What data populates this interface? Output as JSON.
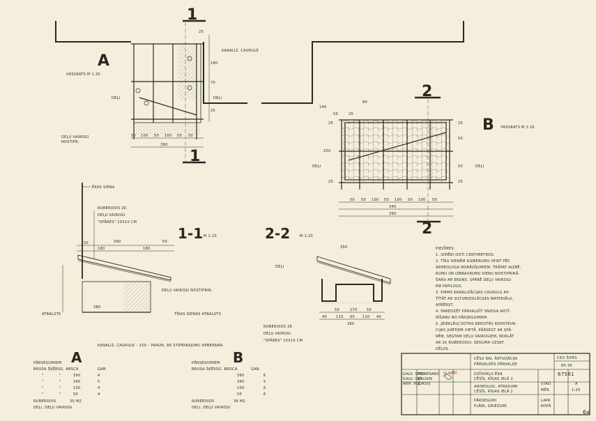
{
  "sections": {
    "s1_top": "1",
    "s1_bottom": "1",
    "s2_top": "2",
    "s2_bottom": "2"
  },
  "view_a": {
    "letter": "A",
    "caption": "VRSSKATS M 1:20",
    "label_kanal": "KANALIZ. CAURULE",
    "label_deli": "DEĻI",
    "label_deli2": "DEĻI",
    "label_deli_vairogi": "DEĻU VAIROGI",
    "label_nostipr": "NOSTIPR.",
    "dims_right": [
      "25",
      "180",
      "70",
      "25"
    ],
    "dims_bottom": [
      "50",
      "100",
      "50",
      "100",
      "50",
      "50"
    ],
    "dim_total": "390"
  },
  "view_b": {
    "letter": "B",
    "caption": "VRSSKATS M 1:20",
    "label_deli": "DEĻI",
    "dims_top": [
      "140",
      "50",
      "25",
      "80"
    ],
    "dims_left": [
      "25",
      "250",
      "25"
    ],
    "dims_right": [
      "25",
      "50",
      "50",
      "25"
    ],
    "dims_bottom": [
      "50",
      "50",
      "100",
      "50",
      "100",
      "50",
      "100",
      "50"
    ],
    "dim_mid": "340",
    "dim_total": "390"
  },
  "section_11": {
    "title": "1-1",
    "scale": "M 1:20",
    "label_ekas": "ĒKAS SIENA",
    "label_ruberoids": "RUBEROIDS 2K",
    "label_deli_vairogi": "DEĻU VAIROGI",
    "label_spares": "\"SPĀRES\" 15X10 CM",
    "label_vairogi_nostipr": "DEĻU VAIROGI NOSTIPRIN.",
    "label_atbalsts": "ATBALSTS",
    "label_tikas_sienas": "TĪKAS SIENAS ATBALSTS",
    "label_kanal": "KANALIZ. CAURULE – 150 – PARUN. AR STIPRINAJUMU APBERAMA",
    "dims_top": [
      "50",
      "390",
      "180",
      "180",
      "50"
    ],
    "dim_380": "380"
  },
  "section_22": {
    "title": "2-2",
    "scale": "M 1:20",
    "label_deli": "DEĻI",
    "dim_top": "350",
    "dims_bottom": [
      "50",
      "270",
      "50"
    ],
    "dims_bottom2": [
      "40",
      "110",
      "60",
      "110",
      "40"
    ],
    "dim_total": "360",
    "label_ruberoids": "RUBEROIDS 2K",
    "label_deli_vairogi": "DEĻU VAIROGI",
    "label_spares": "\"SPĀRES\" 15X10 CM"
  },
  "notes": {
    "heading": "PIEZĪMES:",
    "lines": [
      "1. IZMĒRI DOTI CENTIMETROS.",
      "2. TĪKU SIENĀM AIZBERUMU VEIKT PĒC",
      "ARHEOLOGA NORĀDĪJUMIEM. TRĀPAT AIZBĒ-",
      "RUMU UN IZBRAUKUMU SIENU NOSTIPRINĀ-",
      "ŠANU AR EKONS. SPĀRĒ DEĻU VAIROGI-",
      "EM PAPILDUS.",
      "3. PIRMS KANALIZĀCIJAS CAURULU AP-",
      "TĪTĀT AR SILTUMIZOLĀCIJAS MATERIĀLU,",
      "APBĒRST.",
      "4. PAREDZĒT PĀRVALDĪT SNIEGA NOTĪ-",
      "RĪŠANU NO PĀRSEGUMIEM.",
      "5. JĀIEKLĀUJ DOTAS NEDOTĀS KONSTRUK-",
      "CIJAS JUMTIEM VIETĀ. PĀRSEGT AR SPĀ-",
      "RĒM, SEGTAM DEĻU VAIROGIEM, NOKLĀT",
      "AR 2K RUBEROIDU. SEGUMA UZSKF.",
      "DĒLUS."
    ]
  },
  "table_a": {
    "letter": "A",
    "heading1": "PĀRSEGUMIEM",
    "heading2": "BRUSA ŠĶĒRSG. ABSCA",
    "heading3": "GAB.",
    "rows": [
      {
        "q": "\"",
        "sz": "\"",
        "len": "390",
        "n": "4"
      },
      {
        "q": "\"",
        "sz": "\"",
        "len": "340",
        "n": "5"
      },
      {
        "q": "\"",
        "sz": "\"",
        "len": "100",
        "n": "4"
      },
      {
        "q": "\"",
        "sz": "\"",
        "len": "50",
        "n": "4"
      }
    ],
    "footer1": "RUBEROIDS",
    "footer1_val": "30 M2",
    "footer2": "DEĻI, DEĻU VAIROGI"
  },
  "table_b": {
    "letter": "B",
    "heading1": "PĀRSEGUMIEM",
    "heading2": "BRUSA ŠĶĒRSG. BROCA",
    "heading3": "GAB.",
    "rows": [
      {
        "len": "390",
        "n": "6"
      },
      {
        "len": "340",
        "n": "5"
      },
      {
        "len": "100",
        "n": "6"
      },
      {
        "len": "50",
        "n": "6"
      }
    ],
    "footer1": "RUBEROIDS",
    "footer1_val": "38 M2",
    "footer2": "DEĻI, DEĻU VAIROGI"
  },
  "title_block": {
    "project1": "CĒSU RAJ. ĀRTUDĀCIJA",
    "project2": "PĀRVALDES PĀRVALDE",
    "code": "CEO ŠIPES",
    "sheet_no": "85-30",
    "object1": "DZĪVOKĻU ĒKA",
    "object2": "CĒSĪS, RĪGAS IELĀ 2",
    "object3": "ARHEOLOG. ATRADUMI",
    "object4": "CĒSĪS, RĪGAS IELĀ 2",
    "stage_label": "STAD.",
    "stage": "A",
    "archive": "67581",
    "scale_label": "MĒR.",
    "scale": "1:20",
    "drawing1": "PĀRSEGUMI",
    "drawing2": "PLĀNI, GRIEZUMI",
    "sheet_label": "LAPA",
    "sheet_word": "KOPĀ",
    "roles": [
      "GALV. SPEC.",
      "GALV. INŽ.",
      "ARH. INŽ."
    ],
    "names": [
      "POMERANC",
      "KALNIŅ",
      "ĶIRSIS"
    ],
    "stamp": "GLABĀT"
  },
  "corner_mark": "6x"
}
